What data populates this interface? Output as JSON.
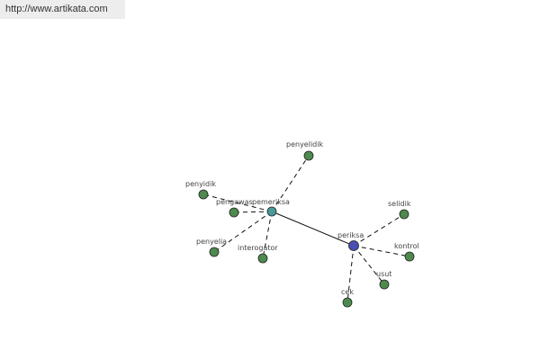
{
  "url": "http://www.artikata.com",
  "colors": {
    "hub_primary": "#4a4fb0",
    "hub_secondary": "#4a9a9a",
    "leaf": "#4d8a4d",
    "edge": "#111111"
  },
  "nodes": [
    {
      "id": "periksa",
      "label": "periksa",
      "kind": "hub_primary"
    },
    {
      "id": "pemeriksa",
      "label": "pemeriksa",
      "kind": "hub_secondary"
    },
    {
      "id": "penyelidik",
      "label": "penyelidik",
      "kind": "leaf"
    },
    {
      "id": "penyidik",
      "label": "penyidik",
      "kind": "leaf"
    },
    {
      "id": "pengawas",
      "label": "pengawas",
      "kind": "leaf"
    },
    {
      "id": "penyelia",
      "label": "penyelia",
      "kind": "leaf"
    },
    {
      "id": "interogator",
      "label": "interogator",
      "kind": "leaf"
    },
    {
      "id": "selidik",
      "label": "selidik",
      "kind": "leaf"
    },
    {
      "id": "kontrol",
      "label": "kontrol",
      "kind": "leaf"
    },
    {
      "id": "usut",
      "label": "usut",
      "kind": "leaf"
    },
    {
      "id": "cek",
      "label": "cek",
      "kind": "leaf"
    }
  ],
  "edges": [
    {
      "from": "pemeriksa",
      "to": "periksa",
      "style": "solid"
    },
    {
      "from": "pemeriksa",
      "to": "penyelidik",
      "style": "dashed"
    },
    {
      "from": "pemeriksa",
      "to": "penyidik",
      "style": "dashed"
    },
    {
      "from": "pemeriksa",
      "to": "pengawas",
      "style": "dashed"
    },
    {
      "from": "pemeriksa",
      "to": "penyelia",
      "style": "dashed"
    },
    {
      "from": "pemeriksa",
      "to": "interogator",
      "style": "dashed"
    },
    {
      "from": "periksa",
      "to": "selidik",
      "style": "dashed"
    },
    {
      "from": "periksa",
      "to": "kontrol",
      "style": "dashed"
    },
    {
      "from": "periksa",
      "to": "usut",
      "style": "dashed"
    },
    {
      "from": "periksa",
      "to": "cek",
      "style": "dashed"
    }
  ]
}
